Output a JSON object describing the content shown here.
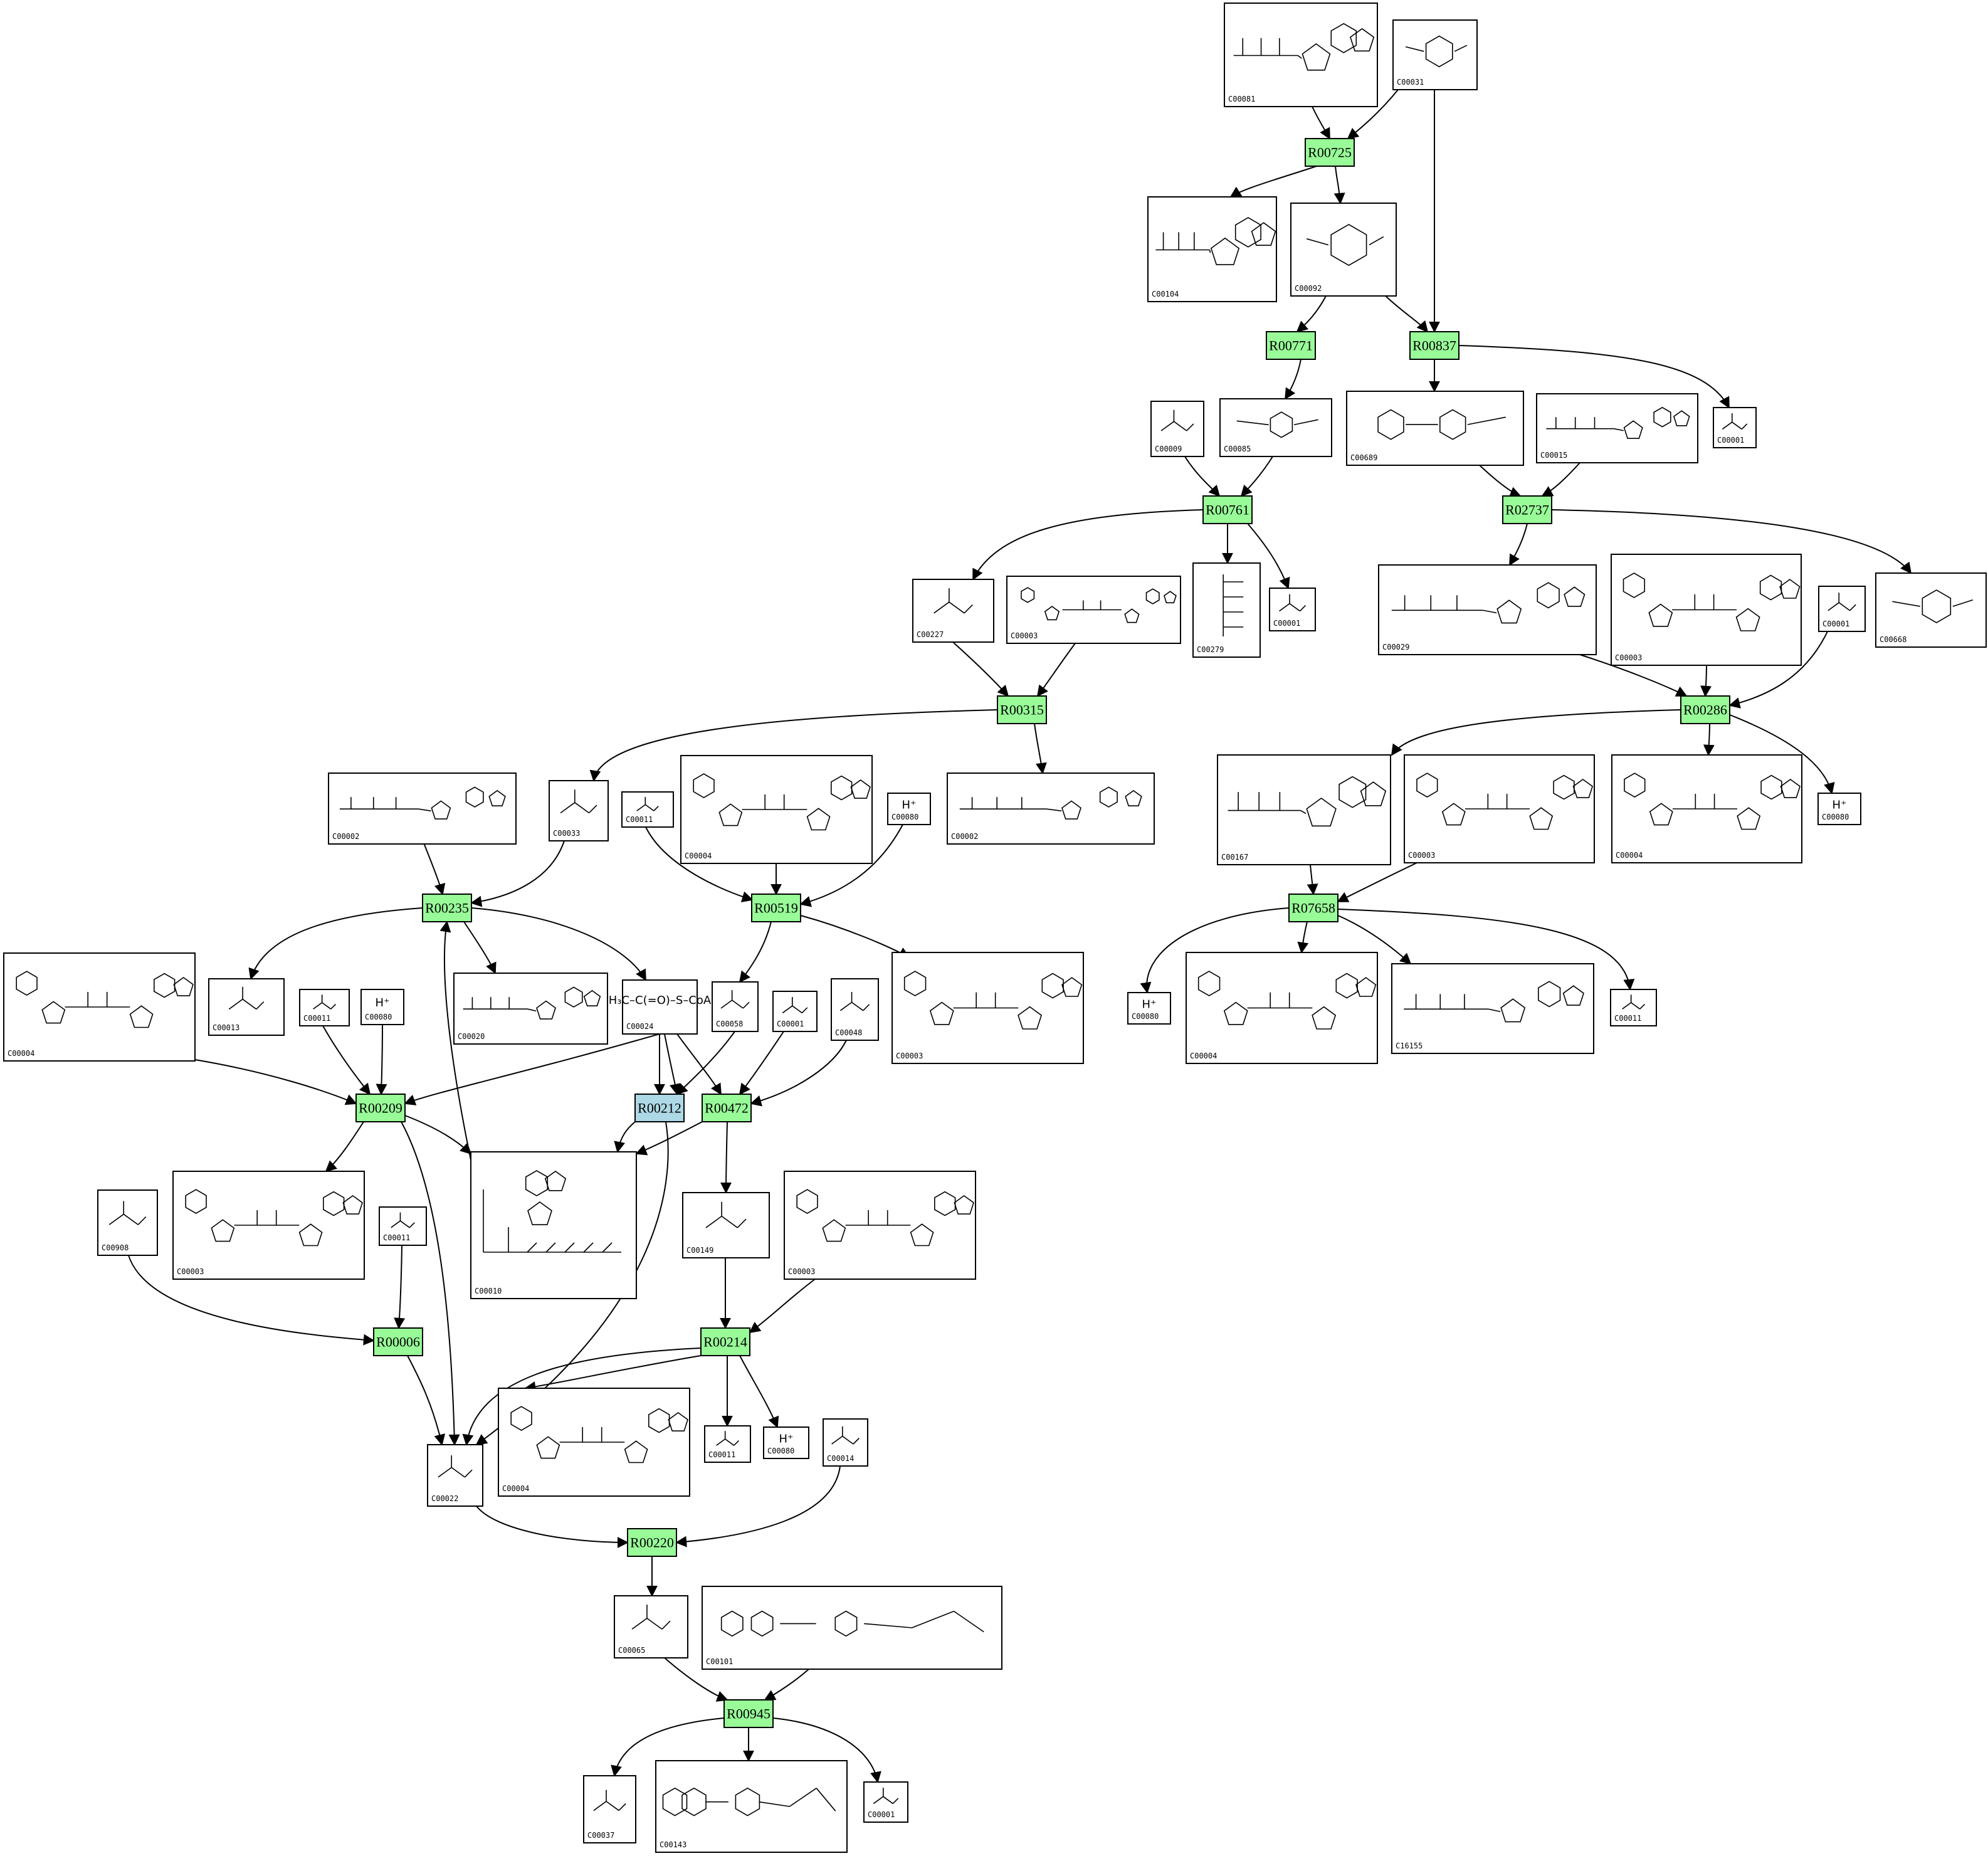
{
  "colors": {
    "reaction": "#98fb98",
    "reaction_highlight": "#add8e6",
    "edge": "#000000",
    "box": "#ffffff"
  },
  "reactions": [
    {
      "id": "R00725"
    },
    {
      "id": "R00771"
    },
    {
      "id": "R00837"
    },
    {
      "id": "R00761"
    },
    {
      "id": "R02737"
    },
    {
      "id": "R00315"
    },
    {
      "id": "R00286"
    },
    {
      "id": "R00235"
    },
    {
      "id": "R00519"
    },
    {
      "id": "R07658"
    },
    {
      "id": "R00209"
    },
    {
      "id": "R00212",
      "highlight": true
    },
    {
      "id": "R00472"
    },
    {
      "id": "R00006"
    },
    {
      "id": "R00214"
    },
    {
      "id": "R00220"
    },
    {
      "id": "R00945"
    }
  ],
  "compounds": [
    {
      "id": "C00081"
    },
    {
      "id": "C00031"
    },
    {
      "id": "C00104"
    },
    {
      "id": "C00092"
    },
    {
      "id": "C00009"
    },
    {
      "id": "C00085"
    },
    {
      "id": "C00689"
    },
    {
      "id": "C00015"
    },
    {
      "id": "C00001"
    },
    {
      "id": "C00227"
    },
    {
      "id": "C00003"
    },
    {
      "id": "C00279"
    },
    {
      "id": "C00029"
    },
    {
      "id": "C00668"
    },
    {
      "id": "C00002"
    },
    {
      "id": "C00033"
    },
    {
      "id": "C00011"
    },
    {
      "id": "C00004"
    },
    {
      "id": "C00080",
      "text": "H⁺"
    },
    {
      "id": "C00167"
    },
    {
      "id": "C00013"
    },
    {
      "id": "C00020"
    },
    {
      "id": "C00024",
      "text": "H₃C–C(=O)–S–CoA"
    },
    {
      "id": "C00058"
    },
    {
      "id": "C00048"
    },
    {
      "id": "C16155"
    },
    {
      "id": "C00908"
    },
    {
      "id": "C00010"
    },
    {
      "id": "C00149"
    },
    {
      "id": "C00022"
    },
    {
      "id": "C00014"
    },
    {
      "id": "C00065"
    },
    {
      "id": "C00101"
    },
    {
      "id": "C00037"
    },
    {
      "id": "C00143"
    }
  ]
}
